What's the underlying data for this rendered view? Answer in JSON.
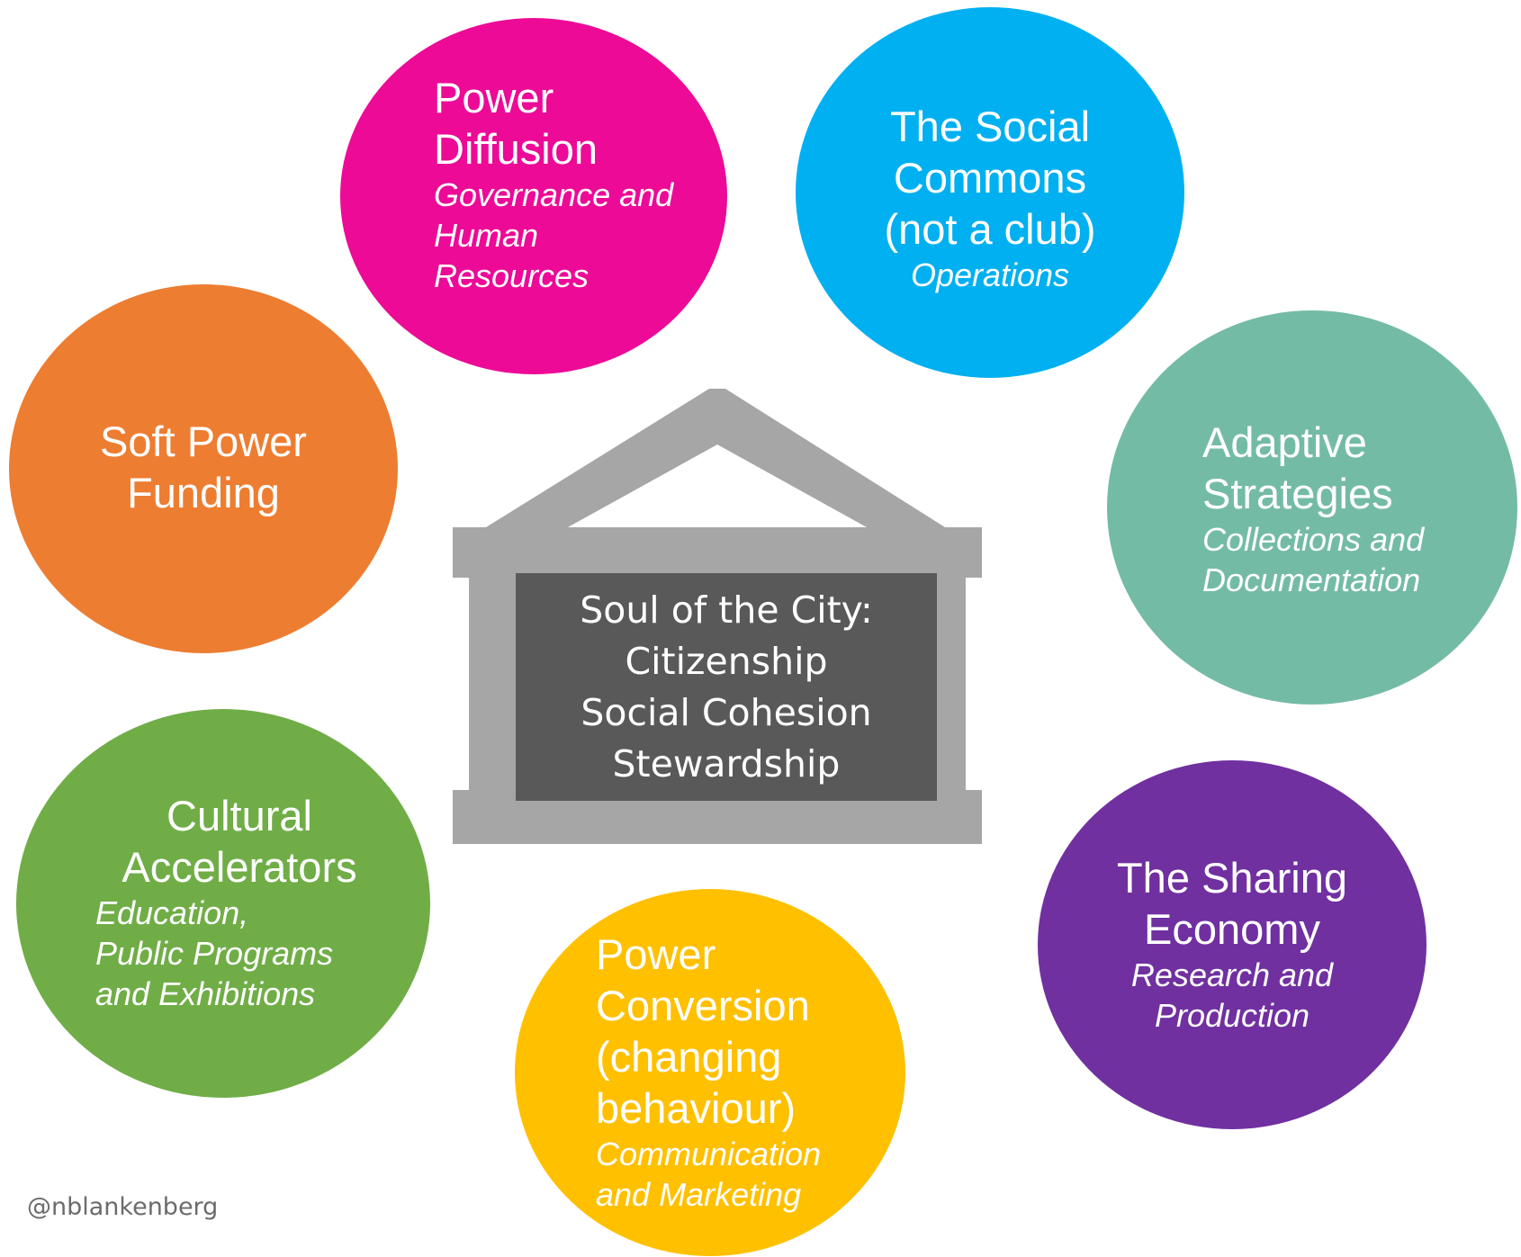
{
  "colors": {
    "power_diffusion": "#EC0A97",
    "social_commons": "#00B0F0",
    "soft_power": "#ED7D31",
    "adaptive": "#74BBA6",
    "cultural": "#70AD47",
    "sharing": "#7030A0",
    "conversion": "#FFC000",
    "temple": "#A6A6A6",
    "soul_panel": "#595959"
  },
  "center": {
    "lines": [
      "Soul of the City:",
      "Citizenship",
      "Social Cohesion",
      "Stewardship"
    ]
  },
  "nodes": {
    "power_diffusion": {
      "title": [
        "Power",
        "Diffusion"
      ],
      "subtitle": [
        "Governance and",
        "Human",
        "Resources"
      ]
    },
    "social_commons": {
      "title": [
        "The Social",
        "Commons",
        "(not  a club)"
      ],
      "subtitle": [
        "Operations"
      ]
    },
    "soft_power": {
      "title": [
        "Soft Power",
        "Funding"
      ]
    },
    "adaptive": {
      "title": [
        "Adaptive",
        "Strategies"
      ],
      "subtitle": [
        "Collections and",
        "Documentation"
      ]
    },
    "cultural": {
      "title": [
        "Cultural",
        "Accelerators"
      ],
      "subtitle": [
        "Education,",
        "Public Programs",
        "and Exhibitions"
      ]
    },
    "sharing": {
      "title": [
        "The Sharing",
        "Economy"
      ],
      "subtitle": [
        "Research and",
        "Production"
      ]
    },
    "conversion": {
      "title": [
        "Power",
        "Conversion",
        "(changing",
        "behaviour)"
      ],
      "subtitle": [
        "Communication",
        "and Marketing"
      ]
    }
  },
  "handle": "@nblankenberg"
}
